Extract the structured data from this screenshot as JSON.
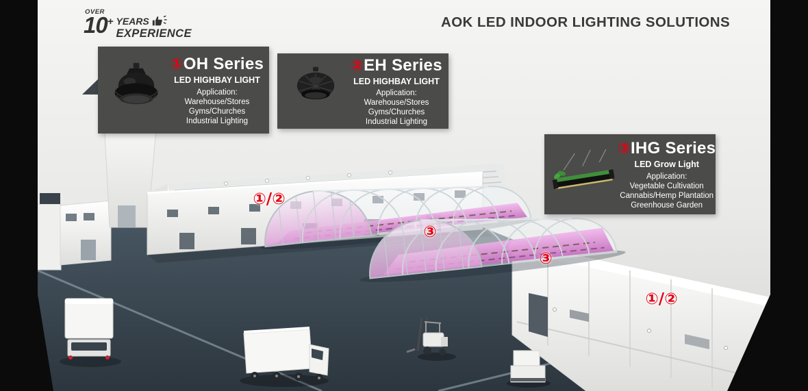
{
  "header": {
    "title": "AOK LED INDOOR LIGHTING SOLUTIONS"
  },
  "badge": {
    "over": "OVER",
    "ten": "10",
    "plus": "+",
    "years": "YEARS",
    "experience": "EXPERIENCE"
  },
  "products": [
    {
      "number": "①",
      "name": "OH Series",
      "type": "LED HIGHBAY LIGHT",
      "application_label": "Application:",
      "applications": [
        "Warehouse/Stores",
        "Gyms/Churches",
        "Industrial Lighting"
      ]
    },
    {
      "number": "②",
      "name": "EH Series",
      "type": "LED HIGHBAY LIGHT",
      "application_label": "Application:",
      "applications": [
        "Warehouse/Stores",
        "Gyms/Churches",
        "Industrial Lighting"
      ]
    },
    {
      "number": "③",
      "name": "IHG Series",
      "type": "LED Grow Light",
      "application_label": "Application:",
      "applications": [
        "Vegetable Cultivation",
        "Cannabis/Hemp Plantation",
        "Greenhouse Garden"
      ]
    }
  ],
  "scene_markers": [
    {
      "label": "①/②"
    },
    {
      "label": "③"
    },
    {
      "label": "③"
    },
    {
      "label": "①/②"
    }
  ],
  "colors": {
    "accent_red": "#e60012",
    "card_bg": "#4b4b49",
    "floor_dark": "#3b4852",
    "grow_glow": "#d685cf"
  }
}
